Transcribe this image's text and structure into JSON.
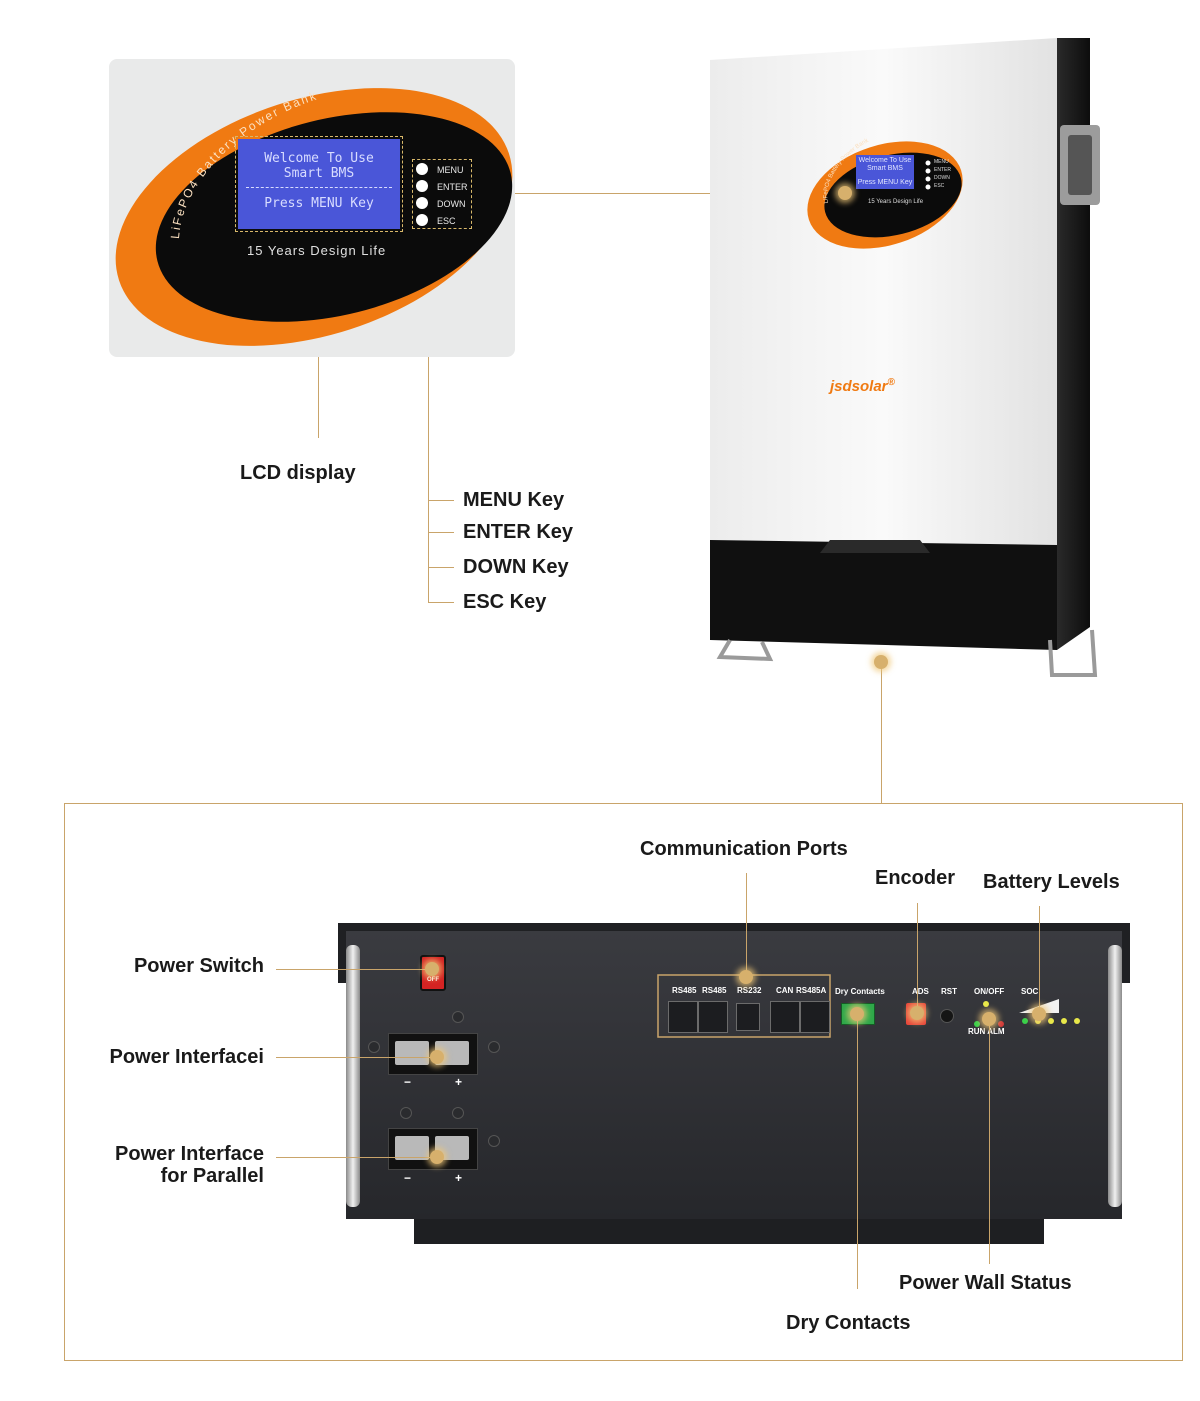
{
  "closeup": {
    "brand_arc": "LiFePO4 Battery Power Bank",
    "lcd_line1": "Welcome To Use",
    "lcd_line2": "Smart BMS",
    "lcd_line3": "Press MENU Key",
    "design_life": "15 Years Design Life",
    "buttons": [
      "MENU",
      "ENTER",
      "DOWN",
      "ESC"
    ]
  },
  "device": {
    "brand_arc": "LiFePO4 Battery Power Bank",
    "lcd_line1": "Welcome To Use",
    "lcd_line2": "Smart BMS",
    "lcd_line3": "Press MENU Key",
    "design_life": "15 Years Design Life",
    "buttons": [
      "MENU",
      "ENTER",
      "DOWN",
      "ESC"
    ],
    "logo": "jsdsolar",
    "logo_mark": "®"
  },
  "callouts": {
    "lcd_display": "LCD display",
    "menu_key": "MENU Key",
    "enter_key": "ENTER Key",
    "down_key": "DOWN Key",
    "esc_key": "ESC Key",
    "communication_ports": "Communication Ports",
    "encoder": "Encoder",
    "battery_levels": "Battery Levels",
    "power_switch": "Power Switch",
    "power_interface": "Power Interfacei",
    "power_interface_parallel_1": "Power Interface",
    "power_interface_parallel_2": "for Parallel",
    "power_wall_status": "Power Wall Status",
    "dry_contacts": "Dry Contacts"
  },
  "panel": {
    "port_labels": [
      "RS485",
      "RS485",
      "RS232",
      "CAN",
      "RS485A"
    ],
    "dry_contacts": "Dry Contacts",
    "ads": "ADS",
    "rst": "RST",
    "on_off": "ON/OFF",
    "run_alm": "RUN ALM",
    "soc": "SOC",
    "switch_text": "OFF",
    "minus": "−",
    "plus": "+"
  },
  "colors": {
    "accent_gold": "#c9a46a",
    "orange": "#f07a12",
    "lcd_blue": "#4a56d8",
    "panel_dark": "#2d2e32",
    "switch_red": "#d42323"
  }
}
